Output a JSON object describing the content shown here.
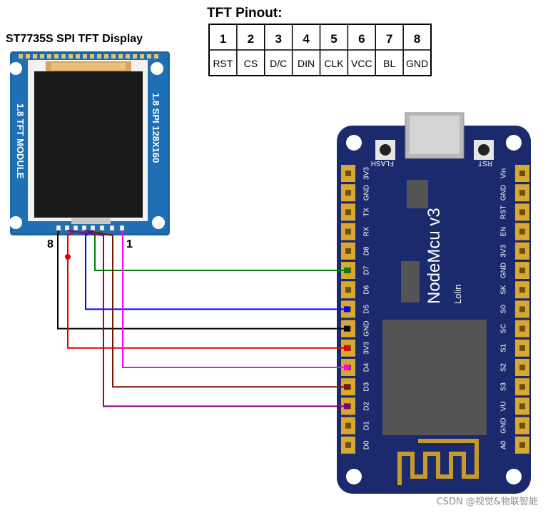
{
  "pinout": {
    "title": "TFT Pinout:",
    "pins": [
      {
        "num": "1",
        "label": "RST"
      },
      {
        "num": "2",
        "label": "CS"
      },
      {
        "num": "3",
        "label": "D/C"
      },
      {
        "num": "4",
        "label": "DIN"
      },
      {
        "num": "5",
        "label": "CLK"
      },
      {
        "num": "6",
        "label": "VCC"
      },
      {
        "num": "7",
        "label": "BL"
      },
      {
        "num": "8",
        "label": "GND"
      }
    ]
  },
  "display": {
    "title": "ST7735S SPI TFT Display",
    "side_left": "1.8 TFT MODULE",
    "side_right": "1.8 SPI 128X160",
    "pin_end_left": "8",
    "pin_end_right": "1"
  },
  "board": {
    "name": "NodeMcu v3",
    "subtitle": "Lolin",
    "flash_label": "FLASH",
    "rst_label": "RST",
    "left_pins": [
      "3V3",
      "GND",
      "TX",
      "RX",
      "D8",
      "D7",
      "D6",
      "D5",
      "GND",
      "3V3",
      "D4",
      "D3",
      "D2",
      "D1",
      "D0"
    ],
    "right_pins": [
      "Vin",
      "GND",
      "RST",
      "EN",
      "3V3",
      "GND",
      "SK",
      "S0",
      "SC",
      "S1",
      "S2",
      "S3",
      "VU",
      "GND",
      "A0"
    ]
  },
  "wires": [
    {
      "tft_pin": "3",
      "board_pin": "D7",
      "color": "#008000"
    },
    {
      "tft_pin": "4",
      "board_pin": "D5",
      "color": "#0000ff"
    },
    {
      "tft_pin": "8",
      "board_pin": "GND",
      "color": "#000000"
    },
    {
      "tft_pin": "6",
      "board_pin": "3V3",
      "color": "#e00000"
    },
    {
      "tft_pin": "1",
      "board_pin": "D4",
      "color": "#ff00ff"
    },
    {
      "tft_pin": "5",
      "board_pin": "D3",
      "color": "#7a1500"
    },
    {
      "tft_pin": "7",
      "board_pin": "D2",
      "color": "#800080"
    }
  ],
  "watermark": "CSDN @视觉&物联智能",
  "colors": {
    "board": "#1a2a6c",
    "pcb_display": "#1f6fb5",
    "header": "#c79a2b",
    "chip": "#545454"
  }
}
